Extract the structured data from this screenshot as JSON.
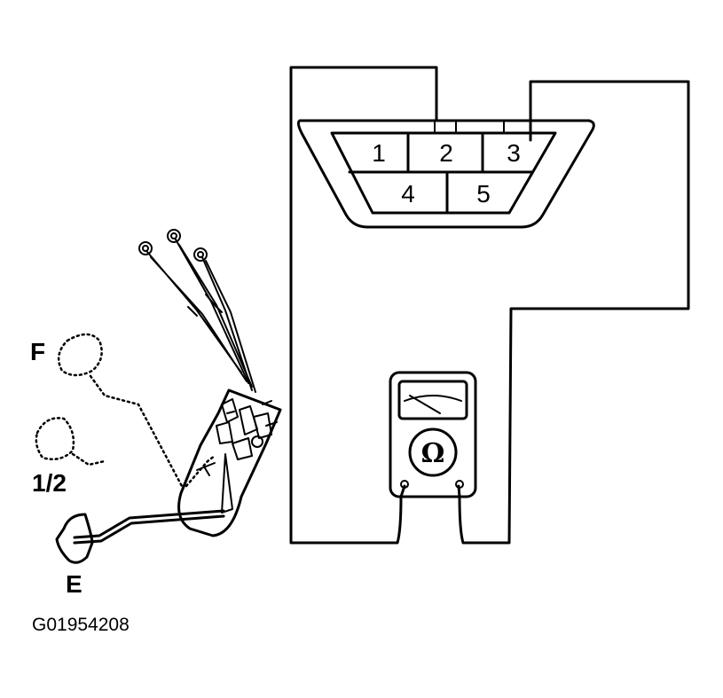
{
  "connector": {
    "pins": [
      "1",
      "2",
      "3",
      "4",
      "5"
    ]
  },
  "sender": {
    "positions": {
      "full": "F",
      "half": "1/2",
      "empty": "E"
    }
  },
  "meter": {
    "unit_symbol": "Ω"
  },
  "figure_code": "G01954208"
}
